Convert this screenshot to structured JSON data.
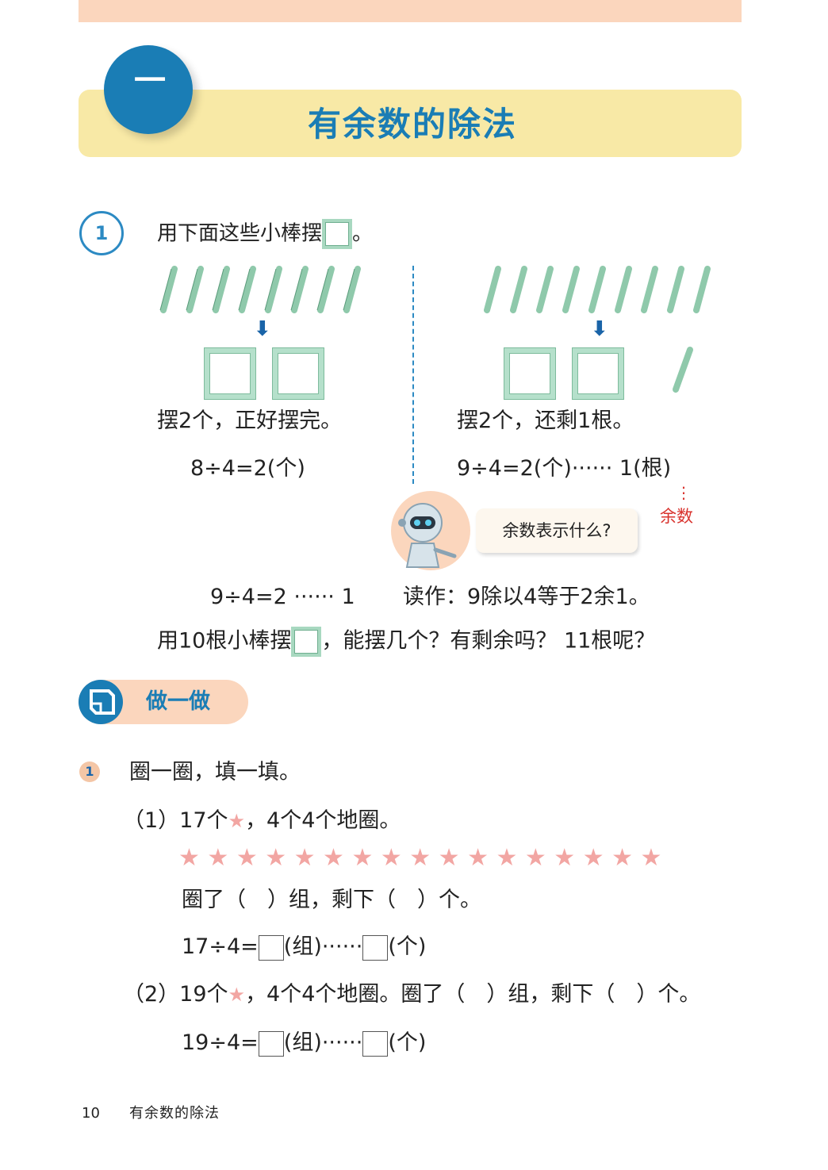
{
  "chapter": {
    "number": "一",
    "title": "有余数的除法"
  },
  "example": {
    "badge": "1",
    "prompt": "用下面这些小棒摆",
    "prompt_end": "。",
    "left": {
      "caption": "摆2个，正好摆完。",
      "equation": "8÷4=2(个)"
    },
    "right": {
      "caption": "摆2个，还剩1根。",
      "equation": "9÷4=2(个)······ 1(根)",
      "remainder_label": "余数"
    },
    "robot_question": "余数表示什么?",
    "reading_equation": "9÷4=2 ······ 1",
    "reading_text": "读作：9除以4等于2余1。",
    "followup_start": "用10根小棒摆",
    "followup_end": "，能摆几个？有剩余吗？ 11根呢？"
  },
  "practice": {
    "heading": "做一做",
    "q1_badge": "1",
    "q1_title": "圈一圈，填一填。",
    "part1": {
      "label": "（1）17个",
      "label_end": "，4个4个地圈。",
      "star_count": 17,
      "fill_line": "圈了（　）组，剩下（　）个。",
      "eq_start": "17÷4=",
      "eq_mid": "(组)······",
      "eq_end": "(个)"
    },
    "part2": {
      "label": "（2）19个",
      "label_end": "，4个4个地圈。圈了（　）组，剩下（　）个。",
      "eq_start": "19÷4=",
      "eq_mid": "(组)······",
      "eq_end": "(个)"
    }
  },
  "footer": {
    "page_number": "10",
    "title": "有余数的除法"
  },
  "colors": {
    "accent_blue": "#1a7db5",
    "peach": "#fbd6bd",
    "yellow_band": "#f8e9a6",
    "stick_green": "#a8d8c0",
    "star_pink": "#f2a6a3",
    "remainder_red": "#d9332e"
  }
}
